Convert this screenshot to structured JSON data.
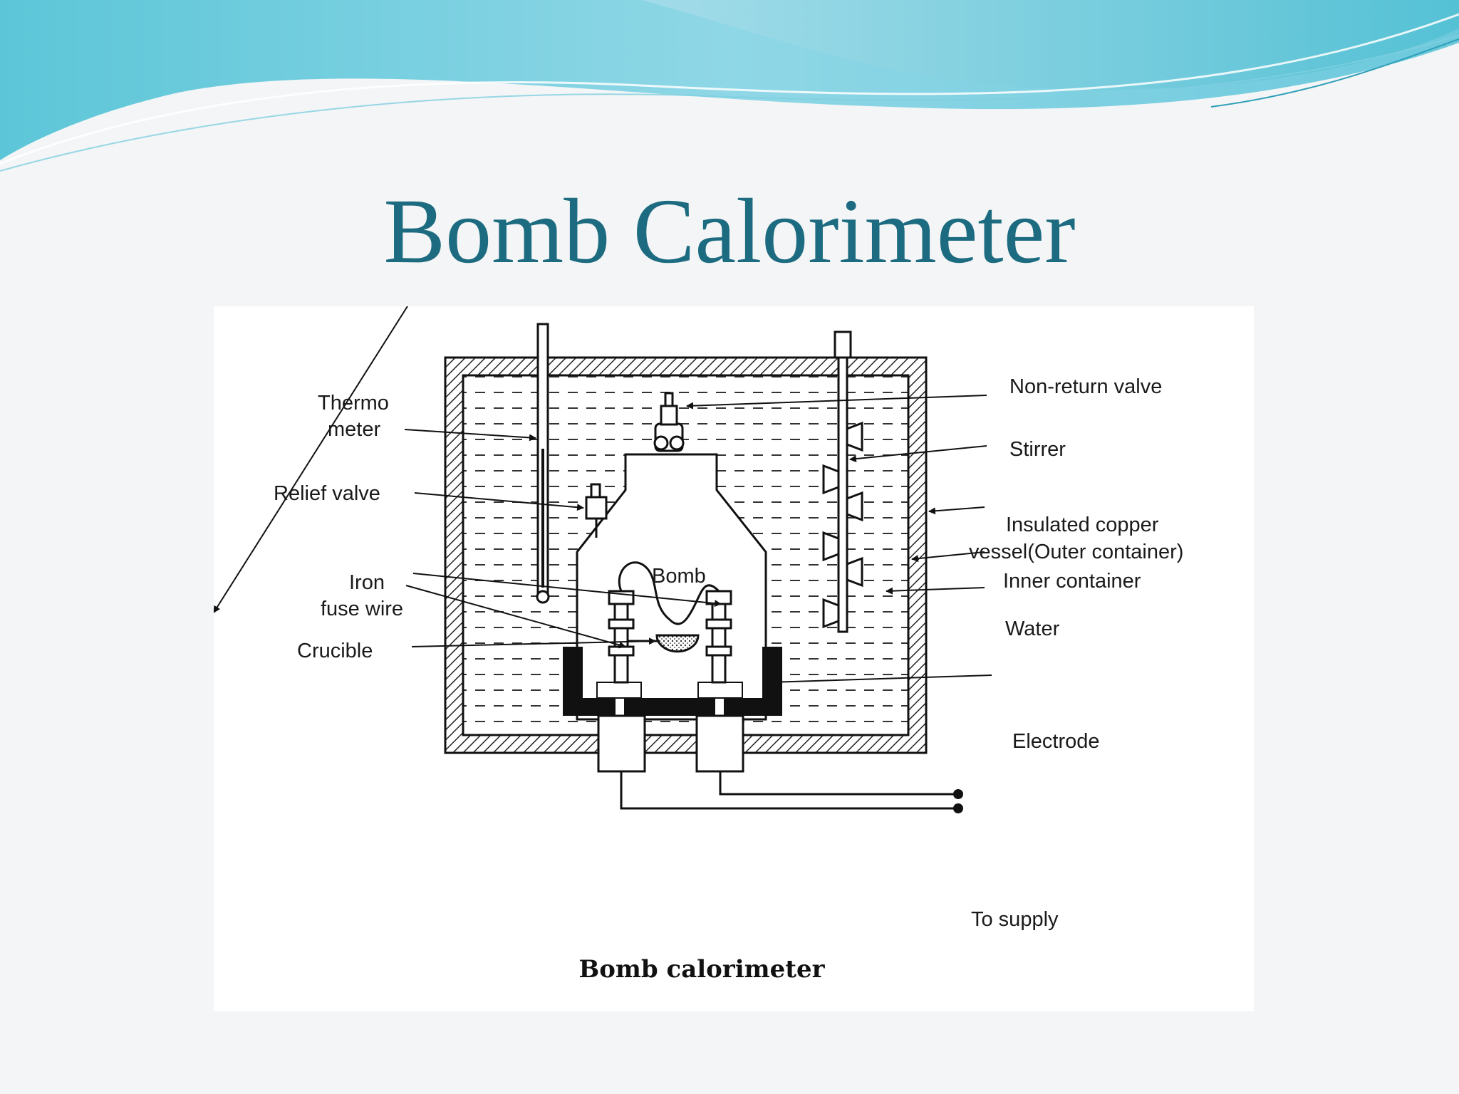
{
  "slide": {
    "title": "Bomb Calorimeter",
    "accent_color": "#1c6b80"
  },
  "diagram": {
    "caption": "Bomb calorimeter",
    "labels": {
      "thermometer_line1": "Thermo",
      "thermometer_line2": "meter",
      "relief_valve": "Relief valve",
      "iron_fuse_wire_line1": "Iron",
      "iron_fuse_wire_line2": "fuse wire",
      "crucible": "Crucible",
      "non_return_valve": "Non-return valve",
      "stirrer": "Stirrer",
      "insulated_copper_vessel_line1": "Insulated copper",
      "insulated_copper_vessel_line2": "vessel(Outer container)",
      "inner_container": "Inner container",
      "water": "Water",
      "bomb": "Bomb",
      "electrode": "Electrode",
      "to_supply": "To supply"
    }
  }
}
